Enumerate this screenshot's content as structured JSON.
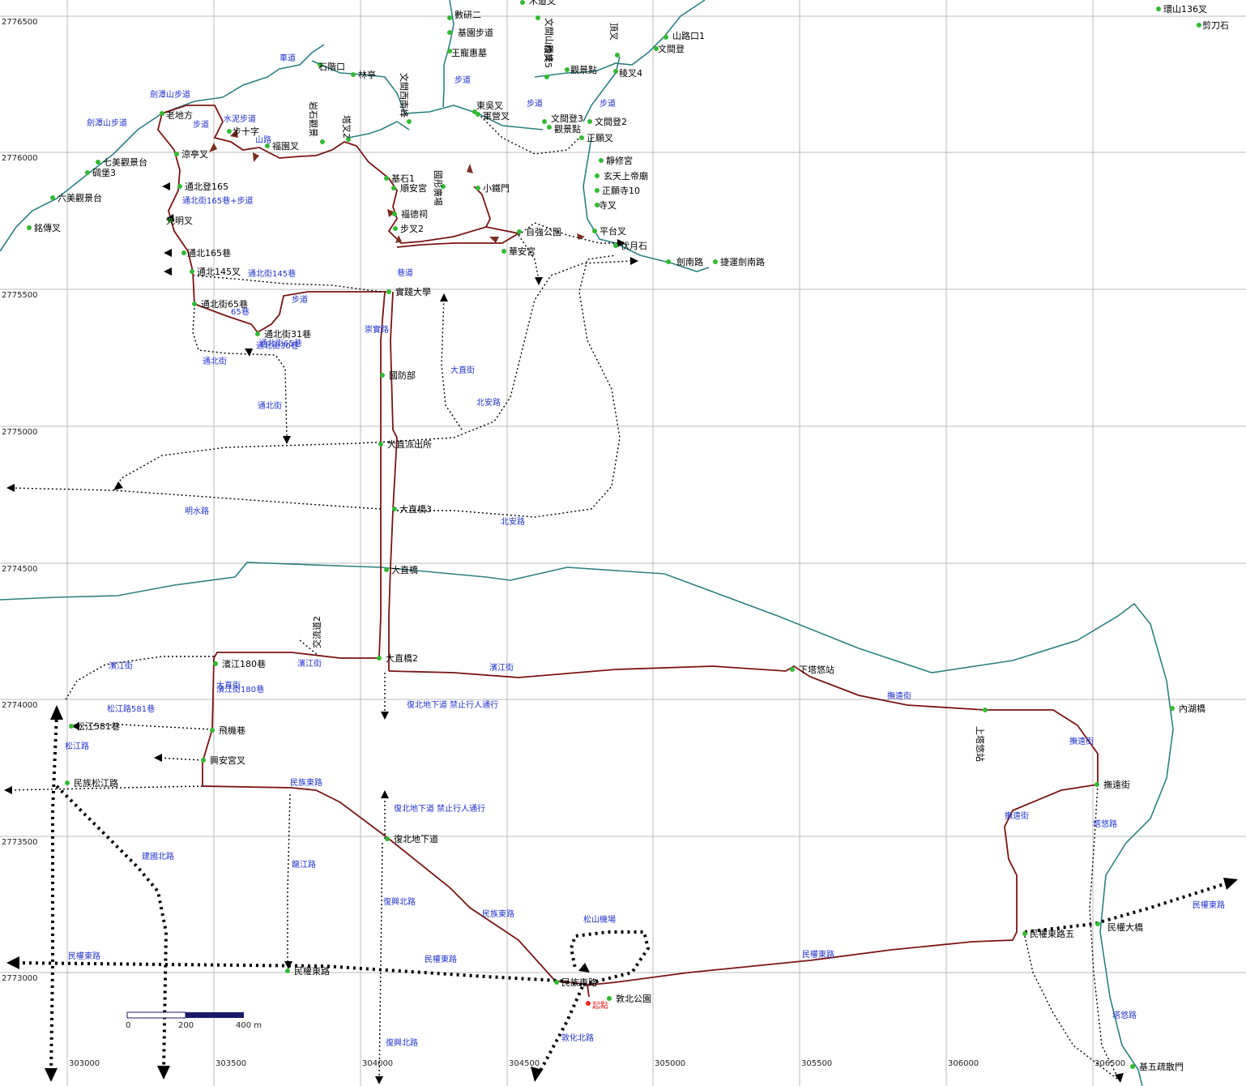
{
  "grid": {
    "x_labels": [
      "303000",
      "303500",
      "304000",
      "304500",
      "305000",
      "305500",
      "306000",
      "306500"
    ],
    "y_labels": [
      "2776500",
      "2776000",
      "2775500",
      "2775000",
      "2774500",
      "2774000",
      "2773500",
      "2773000"
    ]
  },
  "scale_bar": {
    "ticks": [
      "0",
      "200",
      "400 m"
    ]
  },
  "colors": {
    "river": "#2e8080",
    "route": "#7a1414",
    "dotted": "#000000",
    "station": "#33bb33",
    "label_blue": "#2233cc",
    "grid": "#bbbbbb"
  },
  "stations": [
    "數研二",
    "基園步道",
    "王寵惠墓",
    "木道叉",
    "山路口1",
    "文間登",
    "環山136叉",
    "剪刀石",
    "觀景點",
    "稜叉4",
    "頂叉",
    "稜叉5",
    "文間山西峰",
    "七美觀景台",
    "碉堡3",
    "六美觀景台",
    "銘傳叉",
    "老地方",
    "涼亭叉",
    "步十字",
    "福園叉",
    "石階口",
    "林亭",
    "塔叉2",
    "岩石觀景",
    "文間西南峰",
    "東吳叉",
    "軍營叉",
    "文間登3",
    "觀景點",
    "文間登2",
    "正願叉",
    "玄天上帝廟",
    "靜修宮",
    "正願寺10",
    "寺叉",
    "平台叉",
    "伏月石",
    "劍南路",
    "捷運劍南路",
    "通北登165",
    "光明叉",
    "通北165巷",
    "通北145叉",
    "基石1",
    "順安宮",
    "福德祠",
    "步叉2",
    "國彤廣場",
    "小鐵門",
    "自強公園",
    "華安宮",
    "實踐大學",
    "通北街65巷",
    "通北街31巷",
    "國防部",
    "大直派出所",
    "大直橋3",
    "大直橋",
    "大直橋2",
    "濱江180巷",
    "飛機巷",
    "興安宮叉",
    "民族松江路",
    "松江581巷",
    "下塔悠站",
    "上塔悠站",
    "內湖橋",
    "撫遠街",
    "民權東路五",
    "民權大橋",
    "復北地下道",
    "民族東路",
    "敦北公園",
    "民權東路",
    "基五疏散門"
  ],
  "road_labels": [
    "車道",
    "劍潭山步道",
    "步道",
    "水泥步道",
    "山路",
    "通北街165巷+步道",
    "劍潭山步道",
    "通北街",
    "步道",
    "通北街145巷",
    "巷道",
    "崇實路",
    "北安路",
    "大直街",
    "明水路",
    "北安路",
    "通北街",
    "濱江街",
    "濱江街",
    "濱江街",
    "濱江街180巷",
    "民族東路",
    "松江路581巷",
    "松江路",
    "建國北路",
    "民權東路",
    "民權東路",
    "民權東路",
    "撫遠街",
    "撫遠街",
    "撫遠街",
    "塔悠路",
    "塔悠路",
    "復興北路",
    "復興北路",
    "敦化北路",
    "龍江路",
    "松山機場",
    "民權東路",
    "民族東路",
    "復北地下道 禁止行人通行",
    "復北地下道 禁止行人通行",
    "通北街65巷",
    "大直街",
    "通北街30巷",
    "步道",
    "步道",
    "步道"
  ],
  "misc_labels": [
    "起點",
    "65巷",
    "交流道2",
    "大直橋",
    "北安路"
  ]
}
